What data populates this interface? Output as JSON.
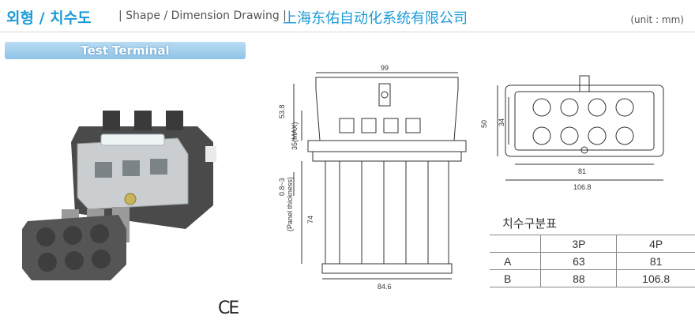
{
  "header": {
    "title": "외형 / 치수도",
    "subtitle": "| Shape / Dimension Drawing |",
    "company": "上海东佑自动化系统有限公司",
    "unit": "(unit : mm)"
  },
  "section_tab": {
    "label": "Test Terminal"
  },
  "certification": {
    "mark": "CE"
  },
  "drawing": {
    "front_width": "99",
    "height_total": "53.8",
    "height_max": "35(MAX)",
    "panel": "0.8~3",
    "panel_note": "(Panel thickness)",
    "depth": "74",
    "bottom_width": "84.6",
    "side_height": "50",
    "side_inner": "34",
    "top_inner": "81",
    "top_outer": "106.8"
  },
  "dimension_table": {
    "title": "치수구분표",
    "header": [
      "",
      "3P",
      "4P"
    ],
    "rows": [
      [
        "A",
        "63",
        "81"
      ],
      [
        "B",
        "88",
        "106.8"
      ]
    ]
  },
  "colors": {
    "accent": "#1e9bd7",
    "tab": "#8fc3e6"
  }
}
